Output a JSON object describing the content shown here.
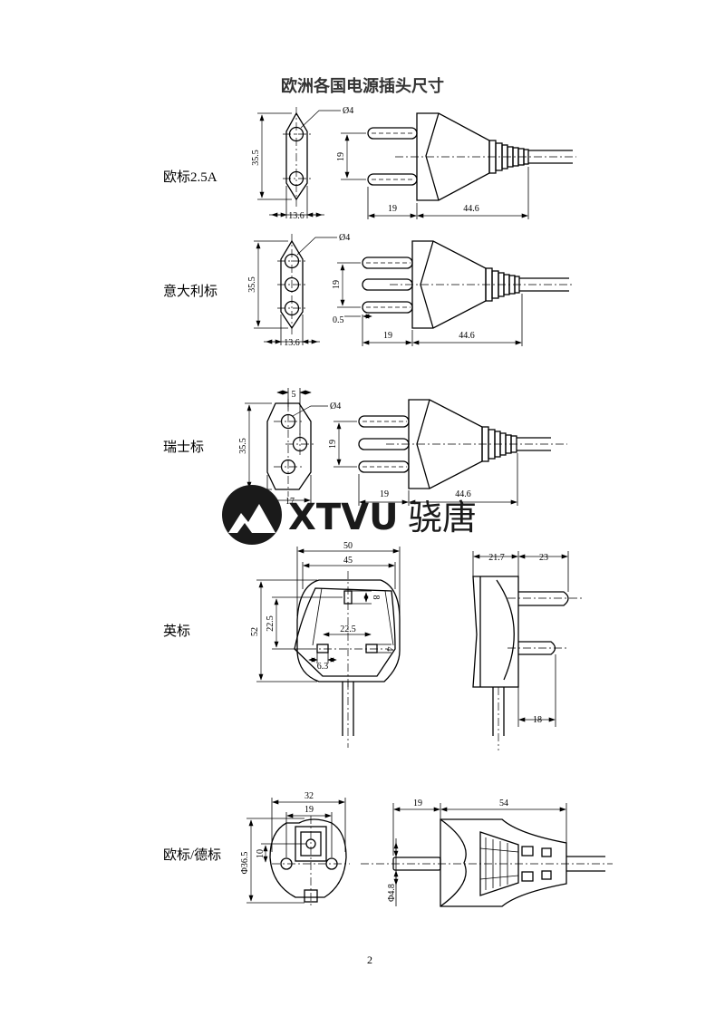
{
  "title": "欧洲各国电源插头尺寸",
  "page_number": "2",
  "watermark": {
    "brand": "XTVU",
    "brand_cn": "骁唐",
    "logo_icon": "mountain-logo-icon"
  },
  "sections": [
    {
      "id": "eu25a",
      "label": "欧标2.5A",
      "dims": {
        "pin_dia": "Ø4",
        "height": "35.5",
        "width": "13.6",
        "pin_spacing": "19",
        "pin_length": "19",
        "body_length": "44.6"
      }
    },
    {
      "id": "italy",
      "label": "意大利标",
      "dims": {
        "pin_dia": "Ø4",
        "height": "35.5",
        "width": "13.6",
        "pin_spacing": "19",
        "offset": "0.5",
        "pin_length": "19",
        "body_length": "44.6"
      }
    },
    {
      "id": "swiss",
      "label": "瑞士标",
      "dims": {
        "top_offset": "5",
        "pin_dia": "Ø4",
        "height": "35.5",
        "width": "17",
        "pin_spacing": "19",
        "pin_length": "19",
        "body_length": "44.6"
      }
    },
    {
      "id": "uk",
      "label": "英标",
      "dims": {
        "outer_width": "50",
        "inner_width": "45",
        "height": "52",
        "earth_offset": "22.5",
        "pin_pitch": "22.5",
        "earth_w": "8",
        "pin_w": "4",
        "pin_t": "6.3",
        "side_depth": "21.7",
        "side_pin_len": "23",
        "side_pin_bottom": "18"
      }
    },
    {
      "id": "schuko",
      "label": "欧标/德标",
      "dims": {
        "outer_width": "32",
        "pin_pitch": "19",
        "dia": "Φ36.5",
        "clip": "10",
        "pin_length": "19",
        "body_length": "54",
        "pin_dia": "Φ4.8"
      }
    }
  ]
}
